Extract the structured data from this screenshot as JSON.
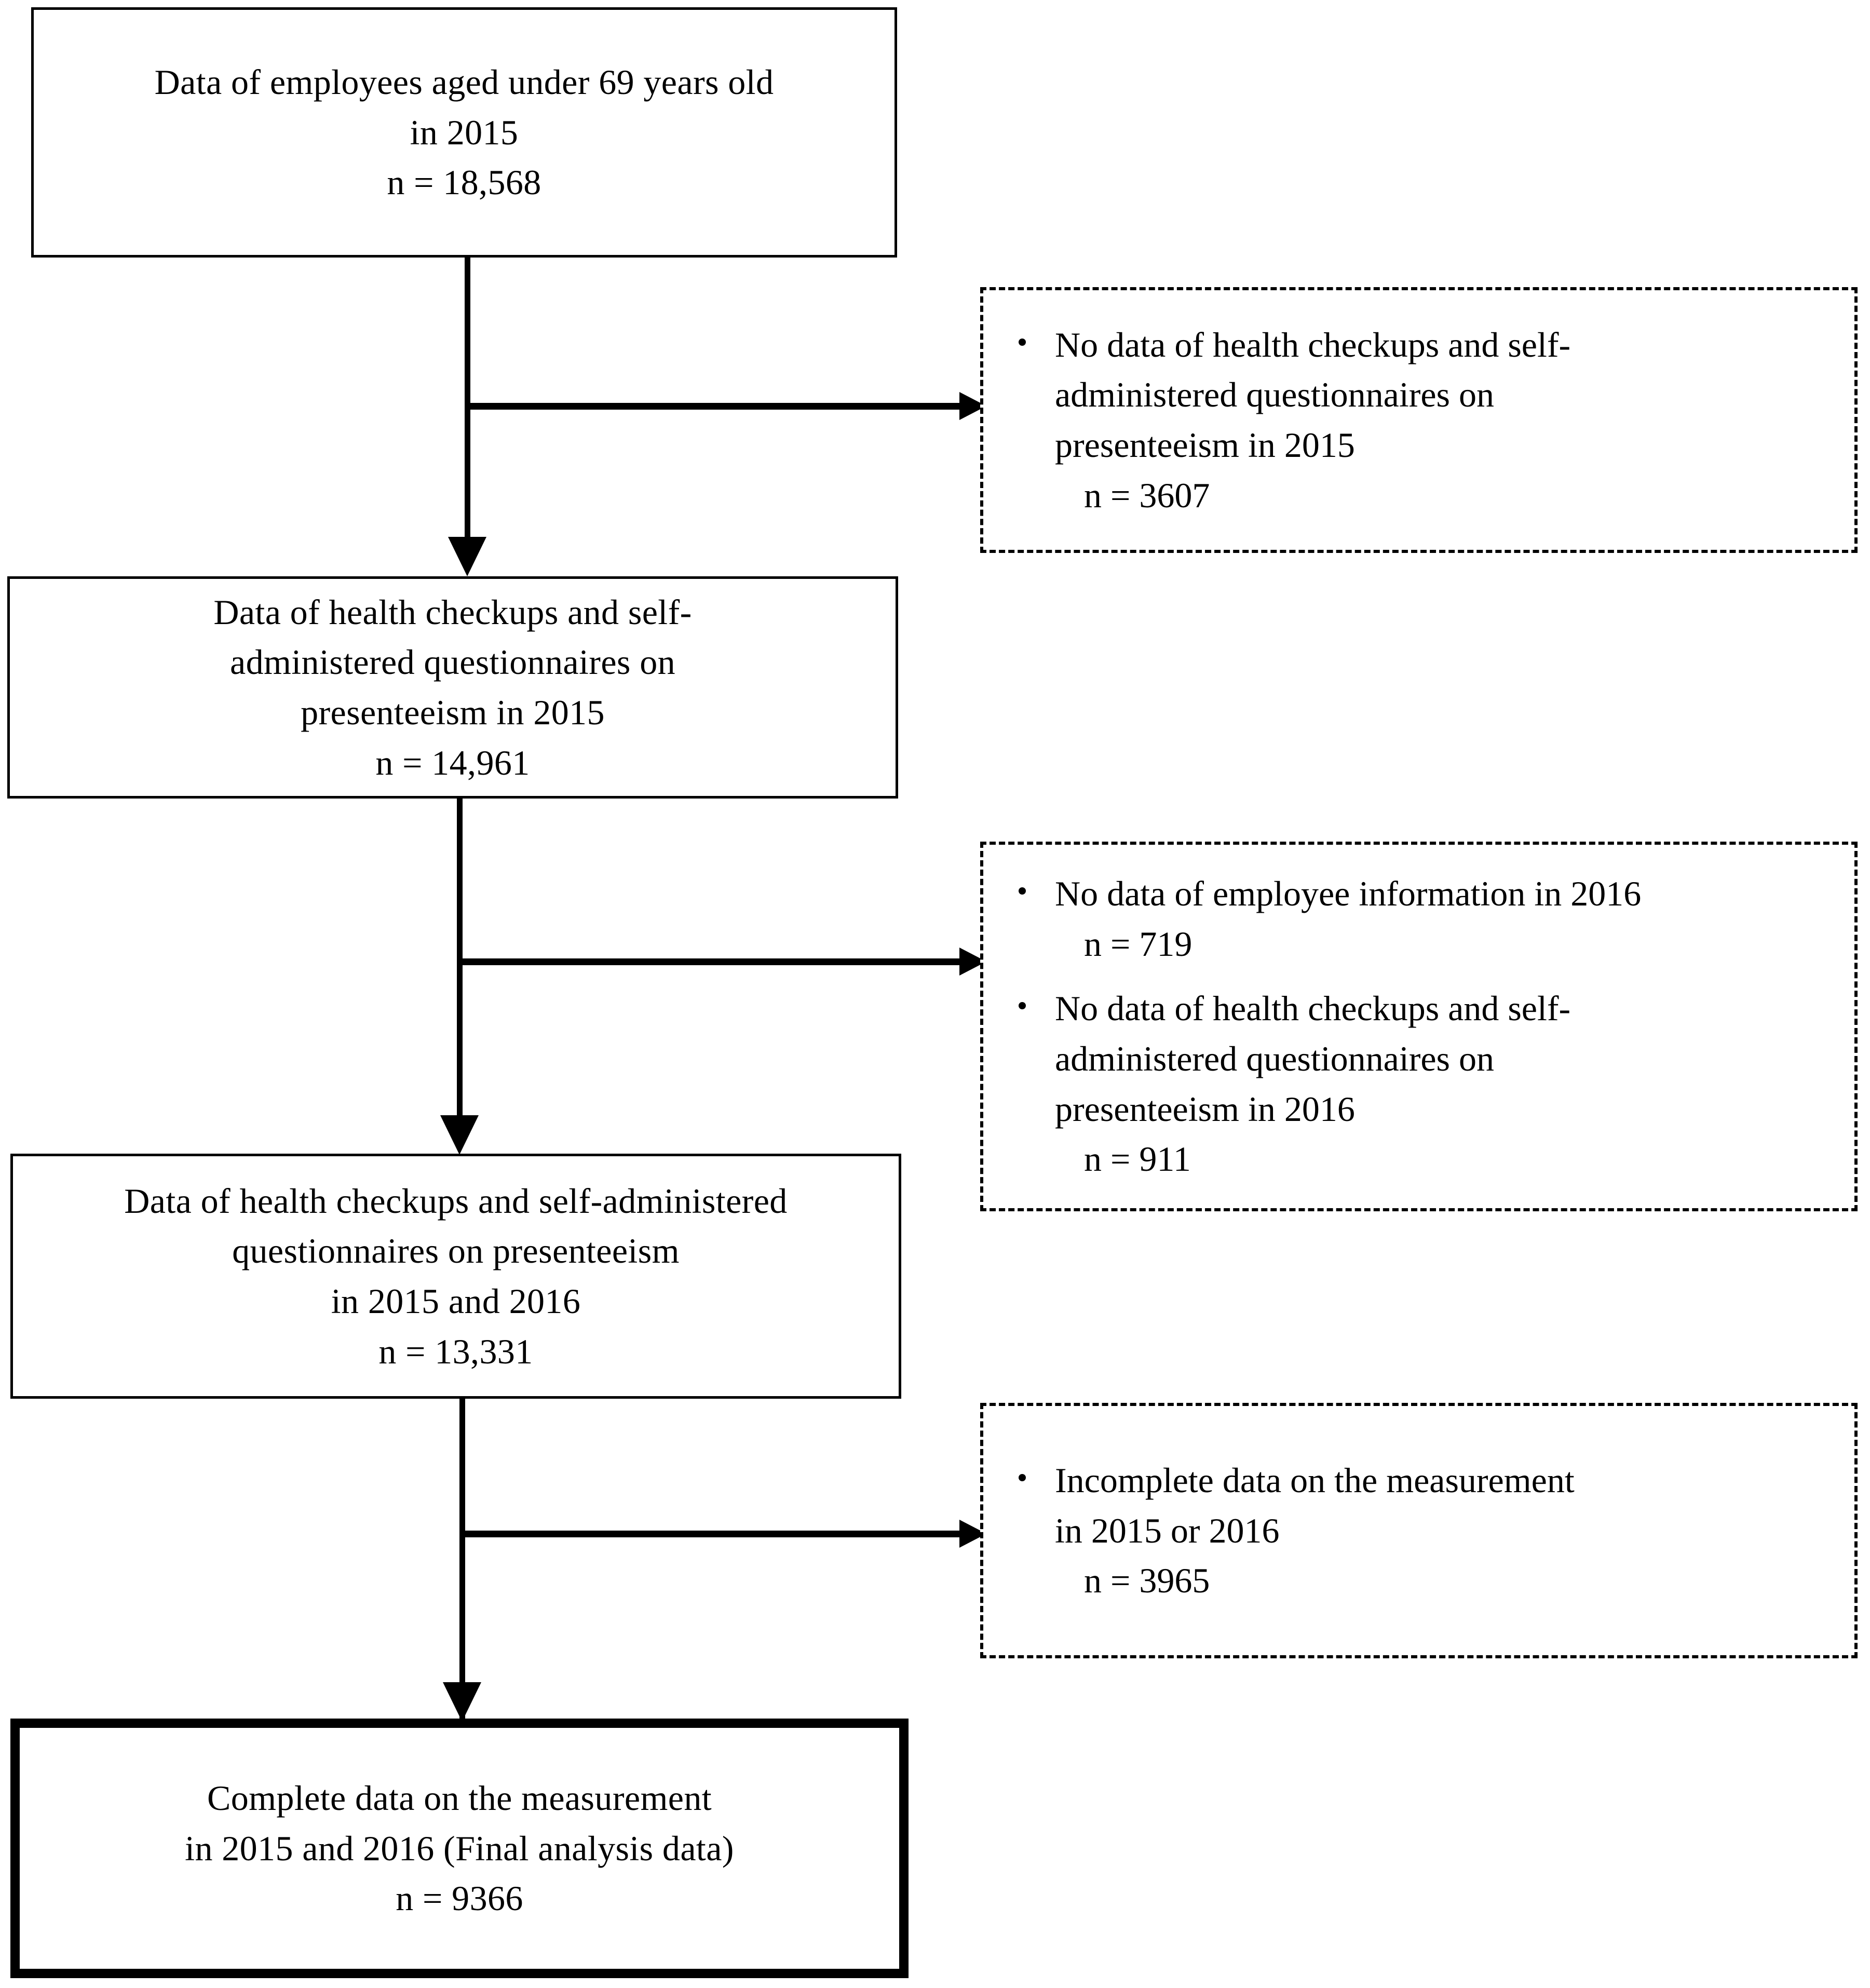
{
  "figure": {
    "type": "flowchart",
    "title": "Participant selection flow diagram",
    "accent_color": "#000000",
    "background_color": "#ffffff"
  },
  "nodes": [
    {
      "id": "node-1",
      "style": "solid",
      "lines": [
        "Data of employees aged under 69 years old",
        "in 2015",
        "n = 18,568"
      ]
    },
    {
      "id": "node-2",
      "style": "solid",
      "lines": [
        "Data of health checkups and self-",
        "administered questionnaires on",
        "presenteeism in 2015",
        "n = 14,961"
      ]
    },
    {
      "id": "node-3",
      "style": "solid",
      "lines": [
        "Data of health checkups and self-administered",
        "questionnaires on presenteeism",
        "in 2015 and 2016",
        "n = 13,331"
      ]
    },
    {
      "id": "node-4",
      "style": "solid-thick",
      "lines": [
        "Complete data on the measurement",
        "in 2015 and 2016 (Final analysis data)",
        "n = 9366"
      ]
    }
  ],
  "exclusions": [
    {
      "id": "exclusion-1",
      "style": "dashed",
      "bullets": [
        {
          "lines": [
            "No data of health checkups and self-",
            "administered questionnaires on",
            "presenteeism in 2015"
          ],
          "count_line": "n = 3607"
        }
      ]
    },
    {
      "id": "exclusion-2",
      "style": "dashed",
      "bullets": [
        {
          "lines": [
            "No data of employee information in 2016"
          ],
          "count_line": "n = 719"
        },
        {
          "lines": [
            "No data of health checkups and self-",
            "administered questionnaires on",
            "presenteeism in 2016"
          ],
          "count_line": "n = 911"
        }
      ]
    },
    {
      "id": "exclusion-3",
      "style": "dashed",
      "bullets": [
        {
          "lines": [
            "Incomplete data on the measurement",
            "in 2015 or 2016"
          ],
          "count_line": "n = 3965"
        }
      ]
    }
  ]
}
